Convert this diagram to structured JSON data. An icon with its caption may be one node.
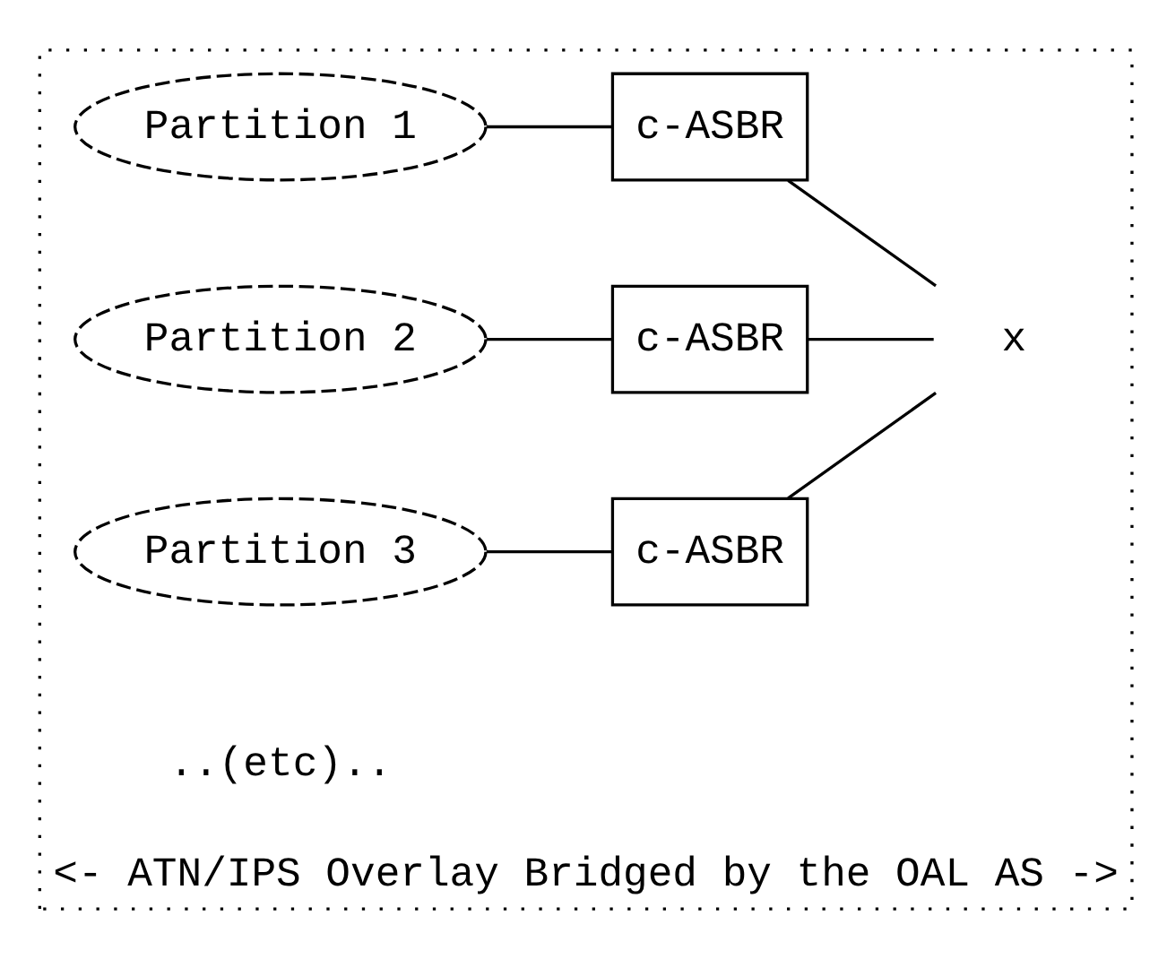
{
  "diagram": {
    "nodes": [
      {
        "text": [
          "<- ATN/IPS Overlay Bridged by the OAL AS ->"
        ]
      },
      {
        "text": [
          "Partition 1"
        ],
        "in": 0
      },
      {
        "text": [
          "c-ASBR"
        ],
        "in": 0
      },
      {
        "text": [
          "Partition 2"
        ],
        "in": 0
      },
      {
        "text": [
          "c-ASBR"
        ],
        "in": 0
      },
      {
        "text": [
          "Partition 3"
        ],
        "in": 0
      },
      {
        "text": [
          "c-ASBR"
        ],
        "in": 0
      },
      {
        "text": [
          "x"
        ],
        "in": 0
      }
    ],
    "edges": [
      {
        "from": 1,
        "to": 2,
        "arrow": "none"
      },
      {
        "from": 2,
        "to": 7,
        "arrow": "none"
      },
      {
        "from": 3,
        "to": 4,
        "arrow": "none"
      },
      {
        "from": 4,
        "to": 7,
        "arrow": "none"
      },
      {
        "from": 5,
        "to": 6,
        "arrow": "none"
      },
      {
        "from": 6,
        "to": 7,
        "arrow": "none"
      }
    ],
    "labels": [
      "..(etc).."
    ]
  }
}
